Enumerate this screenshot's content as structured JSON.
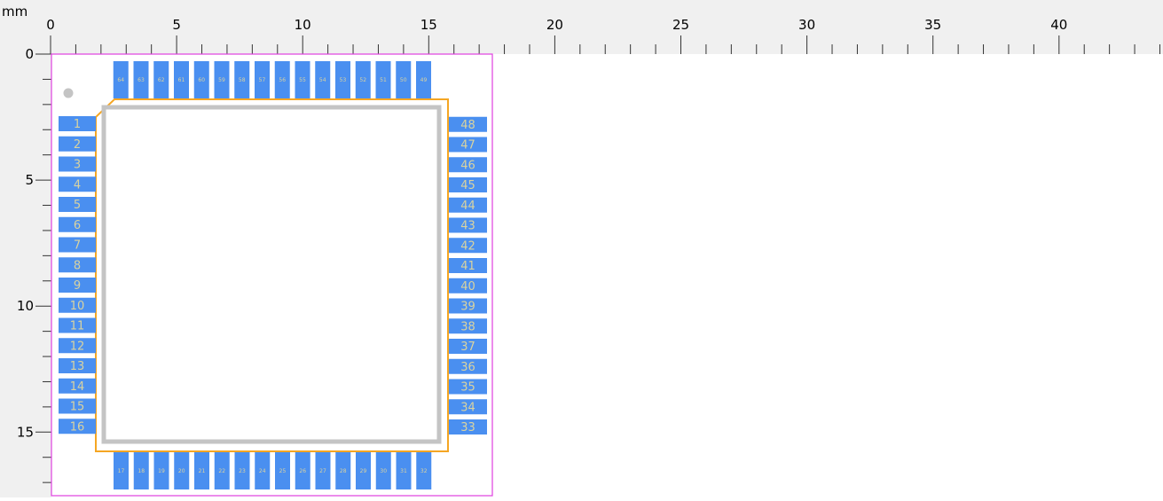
{
  "units": "mm",
  "rulers": {
    "x_labels": [
      "0",
      "5",
      "10",
      "15",
      "20",
      "25",
      "30",
      "35",
      "40"
    ],
    "y_labels": [
      "0",
      "5",
      "10",
      "15"
    ]
  },
  "colors": {
    "pad": "#4a8ff0",
    "pad_text": "#d9d3a0",
    "courtyard": "#e040e0",
    "silkscreen": "#f5a623",
    "body_outline": "#c4c4c4",
    "pin1_marker": "#c4c4c4"
  },
  "footprint": {
    "left_pins": [
      "1",
      "2",
      "3",
      "4",
      "5",
      "6",
      "7",
      "8",
      "9",
      "10",
      "11",
      "12",
      "13",
      "14",
      "15",
      "16"
    ],
    "bottom_pins": [
      "17",
      "18",
      "19",
      "20",
      "21",
      "22",
      "23",
      "24",
      "25",
      "26",
      "27",
      "28",
      "29",
      "30",
      "31",
      "32"
    ],
    "right_pins": [
      "33",
      "34",
      "35",
      "36",
      "37",
      "38",
      "39",
      "40",
      "41",
      "42",
      "43",
      "44",
      "45",
      "46",
      "47",
      "48"
    ],
    "top_pins": [
      "49",
      "50",
      "51",
      "52",
      "53",
      "54",
      "55",
      "56",
      "57",
      "58",
      "59",
      "60",
      "61",
      "62",
      "63",
      "64"
    ]
  }
}
